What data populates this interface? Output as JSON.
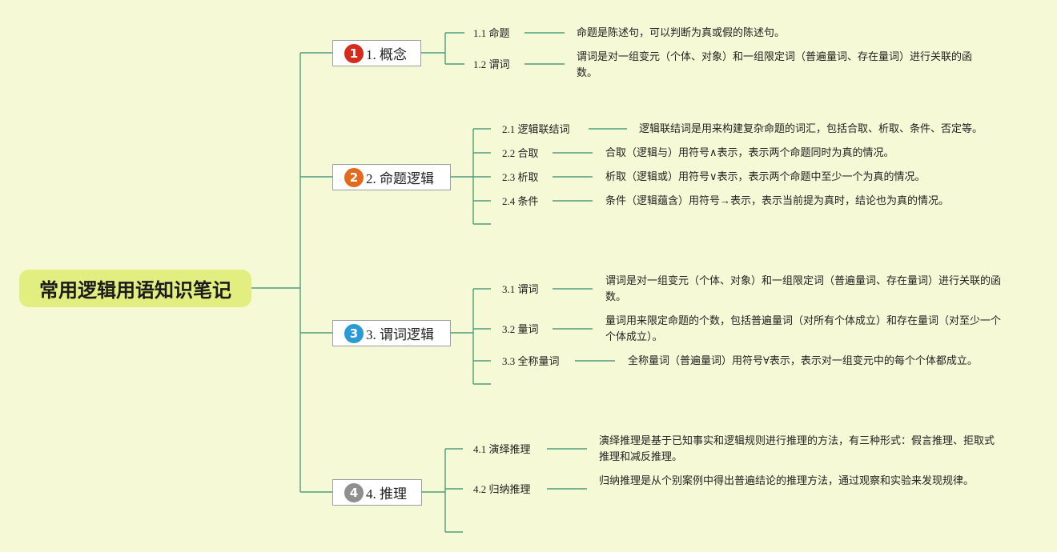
{
  "root": {
    "title": "常用逻辑用语知识笔记"
  },
  "branches": [
    {
      "number": "1",
      "label": "1. 概念",
      "badge_color": "#d42b1c",
      "items": [
        {
          "label": "1.1 命题",
          "desc": "命题是陈述句，可以判断为真或假的陈述句。"
        },
        {
          "label": "1.2 谓词",
          "desc": "谓词是对一组变元（个体、对象）和一组限定词（普遍量词、存在量词）进行关联的函数。"
        }
      ]
    },
    {
      "number": "2",
      "label": "2. 命题逻辑",
      "badge_color": "#e26a1c",
      "items": [
        {
          "label": "2.1 逻辑联结词",
          "desc": "逻辑联结词是用来构建复杂命题的词汇，包括合取、析取、条件、否定等。"
        },
        {
          "label": "2.2 合取",
          "desc": "合取（逻辑与）用符号∧表示，表示两个命题同时为真的情况。"
        },
        {
          "label": "2.3 析取",
          "desc": "析取（逻辑或）用符号∨表示，表示两个命题中至少一个为真的情况。"
        },
        {
          "label": "2.4 条件",
          "desc": "条件（逻辑蕴含）用符号→表示，表示当前提为真时，结论也为真的情况。"
        }
      ]
    },
    {
      "number": "3",
      "label": "3. 谓词逻辑",
      "badge_color": "#2a9ad6",
      "items": [
        {
          "label": "3.1 谓词",
          "desc": "谓词是对一组变元（个体、对象）和一组限定词（普遍量词、存在量词）进行关联的函数。"
        },
        {
          "label": "3.2 量词",
          "desc": "量词用来限定命题的个数，包括普遍量词（对所有个体成立）和存在量词（对至少一个个体成立）。"
        },
        {
          "label": "3.3 全称量词",
          "desc": "全称量词（普遍量词）用符号∀表示，表示对一组变元中的每个个体都成立。"
        }
      ]
    },
    {
      "number": "4",
      "label": "4. 推理",
      "badge_color": "#8f8f8f",
      "items": [
        {
          "label": "4.1 演绎推理",
          "desc": "演绎推理是基于已知事实和逻辑规则进行推理的方法，有三种形式：假言推理、拒取式推理和减反推理。"
        },
        {
          "label": "4.2 归纳推理",
          "desc": "归纳推理是从个别案例中得出普遍结论的推理方法，通过观察和实验来发现规律。"
        }
      ]
    }
  ]
}
